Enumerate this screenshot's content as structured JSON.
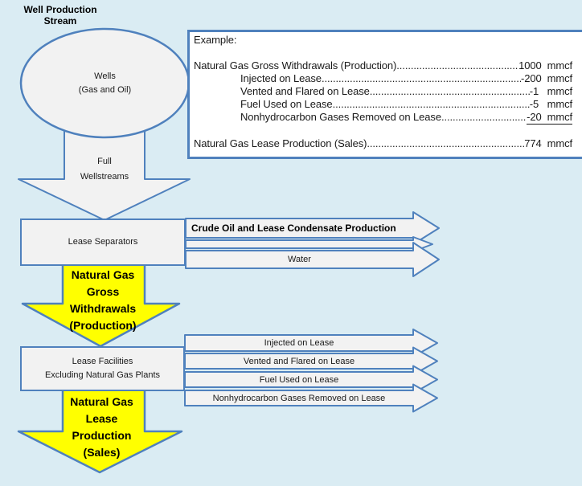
{
  "colors": {
    "background": "#daecf3",
    "shape_fill": "#f2f2f2",
    "border_blue": "#4f81bd",
    "highlight_yellow": "#ffff00",
    "example_box_fill": "#ffffff",
    "text": "#1a1a1a"
  },
  "title": "Well Production\nStream",
  "wells": {
    "label": "Wells\n(Gas and Oil)"
  },
  "example": {
    "header": "Example:",
    "rows": [
      {
        "label": "Natural Gas Gross Withdrawals (Production)",
        "value": "1000  mmcf"
      },
      {
        "label": "Injected on Lease",
        "value": "-200  mmcf"
      },
      {
        "label": "Vented and Flared on Lease",
        "value": "-1   mmcf"
      },
      {
        "label": "Fuel Used on Lease",
        "value": "-5   mmcf"
      },
      {
        "label": "Nonhydrocarbon Gases Removed on Lease..",
        "value": "-20  mmcf"
      },
      {
        "label": "Natural Gas Lease Production (Sales)",
        "value": "774  mmcf"
      }
    ]
  },
  "flow": {
    "full_wellstreams": "Full\nWellstreams",
    "lease_separators": "Lease Separators",
    "separator_outputs": [
      {
        "label": "Crude Oil and Lease Condensate Production"
      },
      {
        "label": "Water"
      }
    ],
    "ng_gross_withdrawals": "Natural Gas\nGross\nWithdrawals\n(Production)",
    "lease_facilities": "Lease Facilities\nExcluding Natural Gas Plants",
    "facility_outputs": [
      {
        "label": "Injected on Lease"
      },
      {
        "label": "Vented and Flared on Lease"
      },
      {
        "label": "Fuel Used on Lease"
      },
      {
        "label": "Nonhydrocarbon Gases Removed on Lease"
      }
    ],
    "ng_lease_production": "Natural Gas\nLease\nProduction\n(Sales)"
  }
}
